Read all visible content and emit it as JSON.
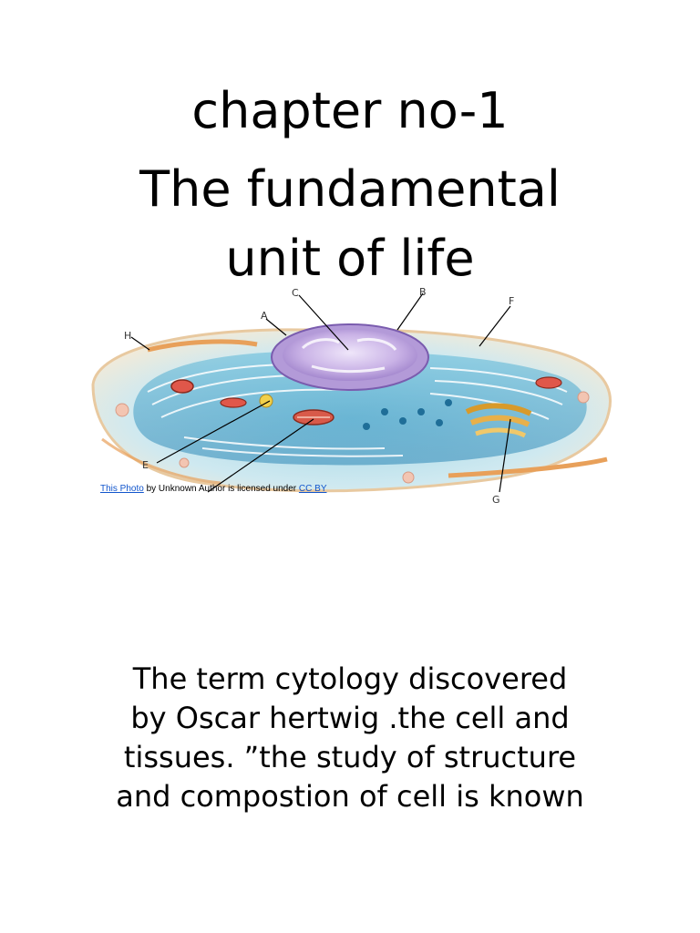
{
  "document": {
    "chapter": "chapter no-1",
    "title_lines": [
      "The fundamental",
      "unit of life"
    ],
    "figure": {
      "labels": [
        "A",
        "B",
        "C",
        "E",
        "F",
        "G",
        "H"
      ],
      "credit": {
        "photo_link": "This Photo",
        "by_text": " by Unknown Author is licensed under ",
        "license_link": "CC BY"
      }
    },
    "body_lines": [
      "The term cytology discovered",
      "by Oscar hertwig .the cell and",
      "tissues. ”the study of structure",
      "and compostion of cell is known"
    ]
  }
}
